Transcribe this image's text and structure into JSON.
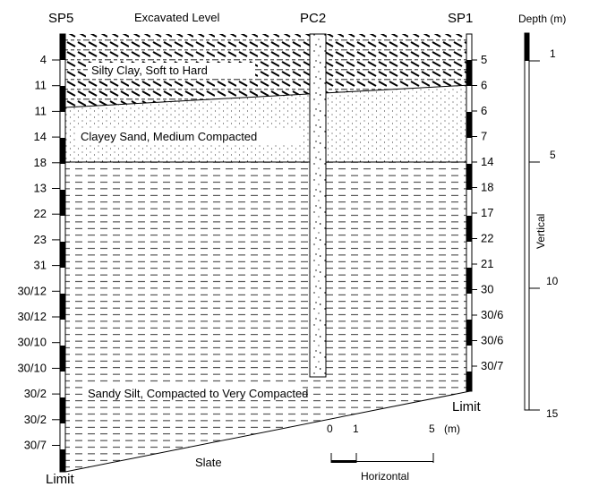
{
  "header": {
    "left_log": "SP5",
    "center_log": "PC2",
    "right_log": "SP1",
    "top_label": "Excavated Level",
    "depth_title": "Depth (m)"
  },
  "layers": [
    {
      "name": "Silty Clay, Soft to Hard",
      "pattern": "diagonal-dash"
    },
    {
      "name": "Clayey Sand, Medium Compacted",
      "pattern": "dots"
    },
    {
      "name": "Sandy Silt, Compacted to Very Compacted",
      "pattern": "dashed-lines"
    },
    {
      "name": "Slate",
      "pattern": "blank"
    }
  ],
  "left_spt": [
    "4",
    "11",
    "11",
    "14",
    "18",
    "13",
    "22",
    "23",
    "31",
    "30/12",
    "30/12",
    "30/10",
    "30/10",
    "30/2",
    "30/2",
    "30/7"
  ],
  "left_limit": "Limit",
  "right_spt": [
    "5",
    "6",
    "6",
    "7",
    "14",
    "18",
    "17",
    "22",
    "21",
    "30",
    "30/6",
    "30/6",
    "30/7"
  ],
  "right_limit": "Limit",
  "depth_scale": {
    "ticks": [
      "1",
      "5",
      "10",
      "15"
    ],
    "label": "Vertical"
  },
  "horizontal_scale": {
    "ticks": [
      "0",
      "1",
      "5"
    ],
    "unit": "(m)",
    "label": "Horizontal"
  }
}
